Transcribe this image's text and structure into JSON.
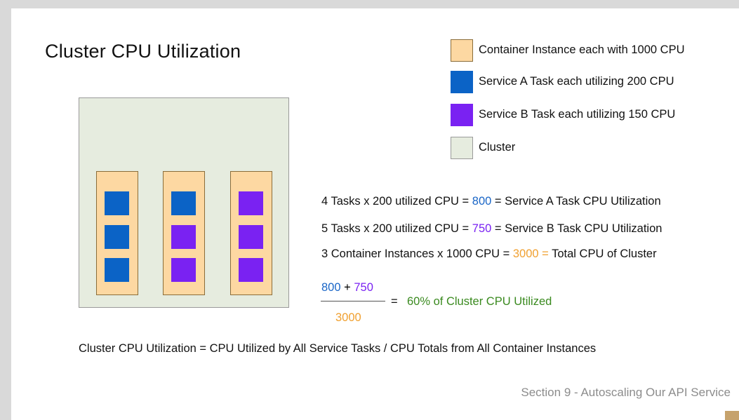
{
  "title": "Cluster CPU Utilization",
  "legend": [
    {
      "label": "Container Instance each with 1000 CPU",
      "color": "#fdd8a2",
      "border": "#8a6d3a"
    },
    {
      "label": "Service A Task each utilizing 200 CPU",
      "color": "#0b63c6",
      "border": "#0b63c6"
    },
    {
      "label": "Service B Task each utilizing 150 CPU",
      "color": "#7a22f2",
      "border": "#7a22f2"
    },
    {
      "label": "Cluster",
      "color": "#e6ecdf",
      "border": "#9a9a9a"
    }
  ],
  "cluster": {
    "instances": [
      {
        "tasks": [
          "A",
          "A",
          "A"
        ]
      },
      {
        "tasks": [
          "A",
          "B",
          "B"
        ]
      },
      {
        "tasks": [
          "B",
          "B",
          "B"
        ]
      }
    ]
  },
  "equations": {
    "a": {
      "prefix": "4 Tasks x 200 utilized CPU = ",
      "value": "800",
      "suffix": " = Service A Task CPU Utilization"
    },
    "b": {
      "prefix": "5 Tasks x 200 utilized CPU = ",
      "value": "750",
      "suffix": " = Service B Task CPU Utilization"
    },
    "total": {
      "prefix": "3 Container Instances x 1000 CPU = ",
      "value": "3000",
      "suffix": " = Total CPU of Cluster"
    }
  },
  "fraction": {
    "num_a": "800",
    "plus": " + ",
    "num_b": "750",
    "denominator": "3000",
    "equals": "=",
    "result": "60% of Cluster CPU Utilized"
  },
  "summary": "Cluster CPU Utilization = CPU Utilized by All Service Tasks / CPU Totals from All Container Instances",
  "footer": "Section 9 - Autoscaling Our API Service",
  "colors": {
    "service_a": "#0b63c6",
    "service_b": "#7a22f2",
    "instance": "#fdd8a2",
    "cluster": "#e6ecdf",
    "total_highlight": "#f0a030",
    "result_green": "#3a8a1f"
  }
}
